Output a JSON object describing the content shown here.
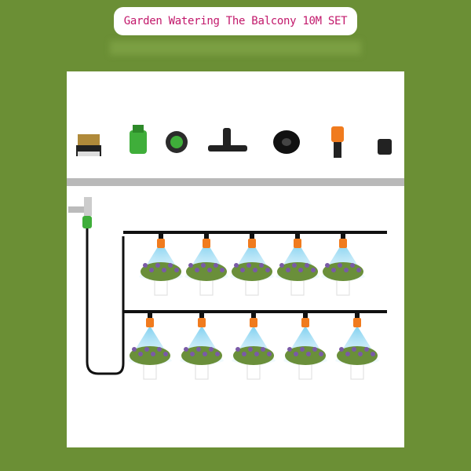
{
  "title": "Garden Watering The Balcony 10M SET",
  "colors": {
    "background": "#6b8f35",
    "title_text": "#c2186b",
    "nozzle": "#f07b1e",
    "connector": "#3fae3a",
    "mist": "#bfe6f5"
  },
  "parts": [
    "brass-adapter",
    "quick-connector",
    "tap-connector",
    "tee-joint",
    "hose-roll",
    "mist-nozzle",
    "end-plug"
  ],
  "rows": [
    {
      "nozzles": 5
    },
    {
      "nozzles": 5
    }
  ]
}
